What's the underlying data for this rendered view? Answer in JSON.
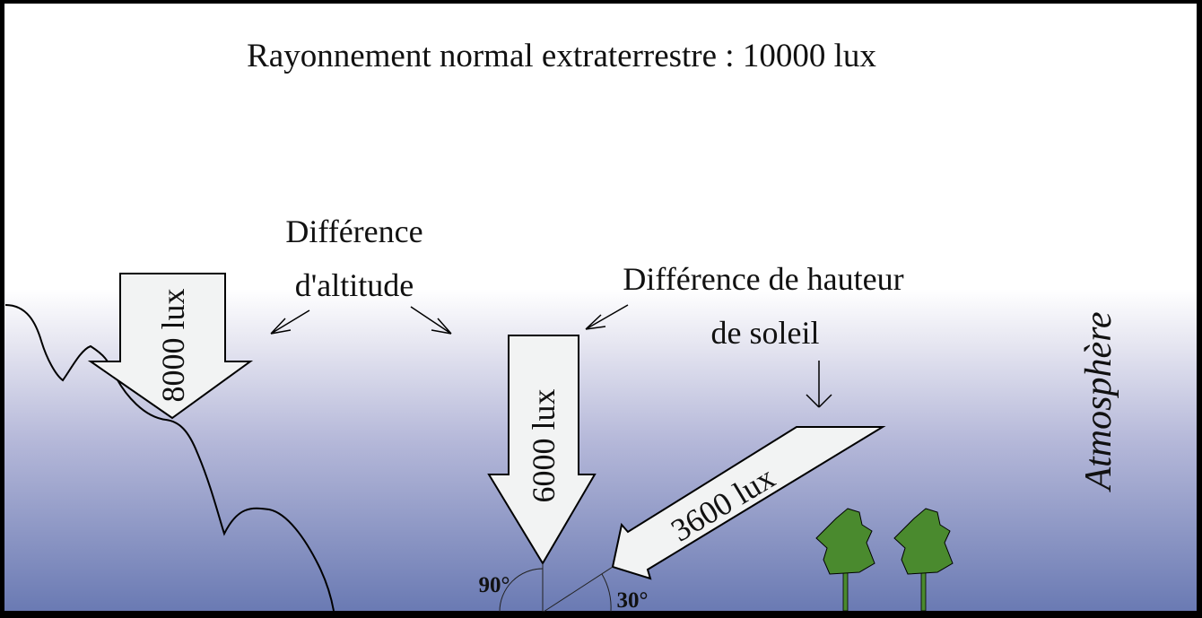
{
  "title": "Rayonnement normal extraterrestre : 10000 lux",
  "labels": {
    "altitude_line1": "Différence",
    "altitude_line2": "d'altitude",
    "sun_line1": "Différence de hauteur",
    "sun_line2": "de soleil",
    "atmosphere": "Atmosphère"
  },
  "arrows": {
    "mountain": "8000 lux",
    "vertical": "6000 lux",
    "oblique": "3600 lux"
  },
  "angles": {
    "vertical": "90°",
    "oblique": "30°"
  },
  "colors": {
    "sky_top": "#ffffff",
    "sky_bottom": "#6a7ab3",
    "arrow_fill": "#f2f3f3",
    "tree": "#4a8a2e"
  }
}
